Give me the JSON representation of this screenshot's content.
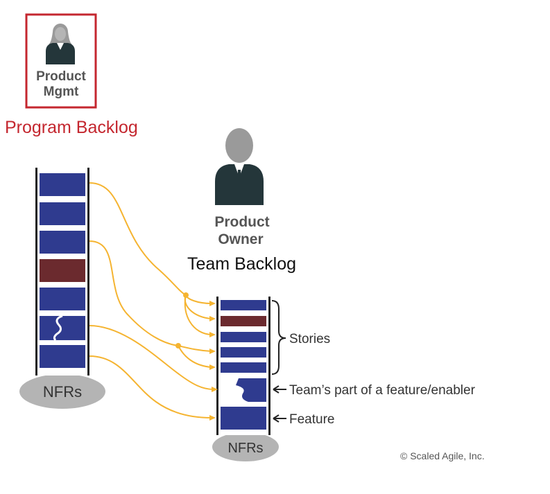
{
  "product_mgmt": {
    "line1": "Product",
    "line2": "Mgmt"
  },
  "program_backlog": {
    "title": "Program Backlog",
    "nfrs": "NFRs",
    "items": [
      "feature",
      "feature",
      "feature",
      "enabler",
      "feature",
      "feature-split",
      "feature"
    ]
  },
  "product_owner": {
    "line1": "Product",
    "line2": "Owner"
  },
  "team_backlog": {
    "title": "Team Backlog",
    "nfrs": "NFRs"
  },
  "annotations": {
    "stories": "Stories",
    "team_part": "Team’s part of a feature/enabler",
    "feature": "Feature"
  },
  "copyright": "© Scaled Agile, Inc.",
  "colors": {
    "item_blue": "#2f3b8f",
    "item_maroon": "#6b2a2e",
    "arrow_orange": "#f5b431",
    "pm_box_border": "#c4272f",
    "program_backlog_text": "#c4272f",
    "person_dark": "#24363a",
    "person_grey": "#9a9a9a",
    "ellipse_grey": "#b4b4b4"
  },
  "icons": [
    "person-icon",
    "person-icon",
    "arrow-left-icon",
    "arrow-left-icon",
    "arrow-left-icon",
    "brace-icon"
  ]
}
